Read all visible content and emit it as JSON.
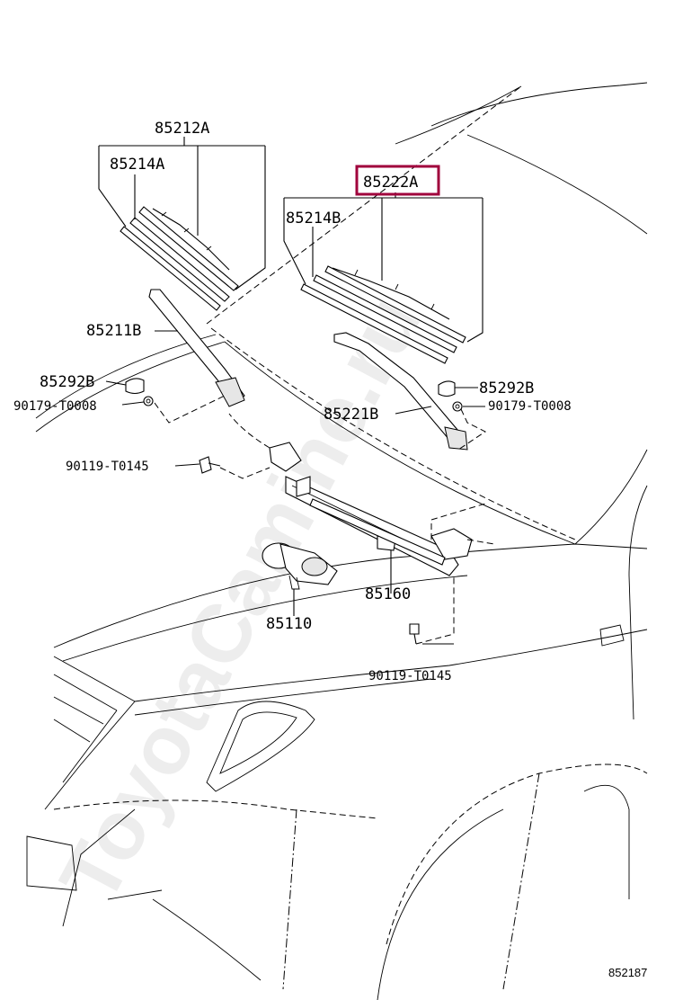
{
  "diagram": {
    "part_labels": {
      "blade_assembly_left": "85212A",
      "blade_rubber_left": "85214A",
      "blade_assembly_right": "85222A",
      "blade_rubber_right": "85214B",
      "arm_left": "85211B",
      "arm_right": "85221B",
      "cap_left": "85292B",
      "cap_right": "85292B",
      "nut_left": "90179-T0008",
      "nut_right": "90179-T0008",
      "bolt_link": "90119-T0145",
      "bolt_motor": "90119-T0145",
      "link_assembly": "85160",
      "motor": "85110"
    },
    "highlighted_part": "85222A",
    "highlight_color": "#a0003c",
    "reference_code": "852187",
    "watermark": "ToyotaCamine.ru"
  }
}
